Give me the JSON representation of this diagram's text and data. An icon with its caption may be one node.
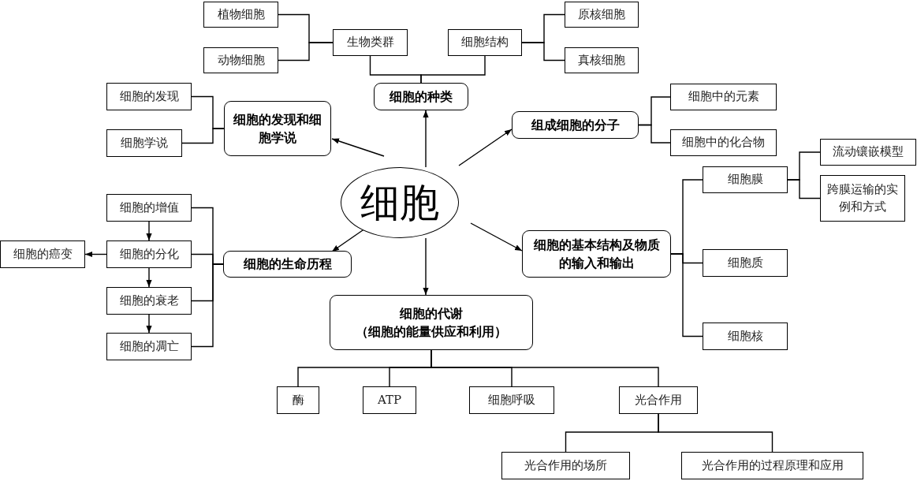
{
  "diagram": {
    "nodes": [
      {
        "text": [
          "细胞"
        ]
      },
      {
        "text": [
          "细胞的种类"
        ]
      },
      {
        "text": [
          "生物类群"
        ]
      },
      {
        "text": [
          "细胞结构"
        ]
      },
      {
        "text": [
          "植物细胞"
        ]
      },
      {
        "text": [
          "动物细胞"
        ]
      },
      {
        "text": [
          "原核细胞"
        ]
      },
      {
        "text": [
          "真核细胞"
        ]
      },
      {
        "text": [
          "细胞的发现和细胞学说"
        ]
      },
      {
        "text": [
          "细胞的发现"
        ]
      },
      {
        "text": [
          "细胞学说"
        ]
      },
      {
        "text": [
          "组成细胞的分子"
        ]
      },
      {
        "text": [
          "细胞中的元素"
        ]
      },
      {
        "text": [
          "细胞中的化合物"
        ]
      },
      {
        "text": [
          "细胞的基本结构及物质的输入和输出"
        ]
      },
      {
        "text": [
          "细胞膜"
        ]
      },
      {
        "text": [
          "流动镶嵌模型"
        ]
      },
      {
        "text": [
          "跨膜运输的实例和方式"
        ]
      },
      {
        "text": [
          "细胞质"
        ]
      },
      {
        "text": [
          "细胞核"
        ]
      },
      {
        "text": [
          "细胞的生命历程"
        ]
      },
      {
        "text": [
          "细胞的增值"
        ]
      },
      {
        "text": [
          "细胞的分化"
        ]
      },
      {
        "text": [
          "细胞的癌变"
        ]
      },
      {
        "text": [
          "细胞的衰老"
        ]
      },
      {
        "text": [
          "细胞的凋亡"
        ]
      },
      {
        "text": [
          "细胞的代谢",
          "（细胞的能量供应和利用）"
        ]
      },
      {
        "text": [
          "酶"
        ]
      },
      {
        "text": [
          "ATP"
        ]
      },
      {
        "text": [
          "细胞呼吸"
        ]
      },
      {
        "text": [
          "光合作用"
        ]
      },
      {
        "text": [
          "光合作用的场所"
        ]
      },
      {
        "text": [
          "光合作用的过程原理和应用"
        ]
      }
    ],
    "edges": [
      {
        "from": 0,
        "to": 1,
        "arrow": "to"
      },
      {
        "from": 0,
        "to": 8,
        "arrow": "to"
      },
      {
        "from": 0,
        "to": 11,
        "arrow": "to"
      },
      {
        "from": 0,
        "to": 14,
        "arrow": "to"
      },
      {
        "from": 0,
        "to": 20,
        "arrow": "to"
      },
      {
        "from": 0,
        "to": 26,
        "arrow": "to"
      },
      {
        "from": 1,
        "to": 2,
        "arrow": "none"
      },
      {
        "from": 1,
        "to": 3,
        "arrow": "none"
      },
      {
        "from": 2,
        "to": 4,
        "arrow": "none"
      },
      {
        "from": 2,
        "to": 5,
        "arrow": "none"
      },
      {
        "from": 3,
        "to": 6,
        "arrow": "none"
      },
      {
        "from": 3,
        "to": 7,
        "arrow": "none"
      },
      {
        "from": 8,
        "to": 9,
        "arrow": "none"
      },
      {
        "from": 8,
        "to": 10,
        "arrow": "none"
      },
      {
        "from": 11,
        "to": 12,
        "arrow": "none"
      },
      {
        "from": 11,
        "to": 13,
        "arrow": "none"
      },
      {
        "from": 14,
        "to": 15,
        "arrow": "none"
      },
      {
        "from": 14,
        "to": 18,
        "arrow": "none"
      },
      {
        "from": 14,
        "to": 19,
        "arrow": "none"
      },
      {
        "from": 15,
        "to": 16,
        "arrow": "none"
      },
      {
        "from": 15,
        "to": 17,
        "arrow": "none"
      },
      {
        "from": 20,
        "to": 21,
        "arrow": "none"
      },
      {
        "from": 20,
        "to": 22,
        "arrow": "none"
      },
      {
        "from": 20,
        "to": 24,
        "arrow": "none"
      },
      {
        "from": 20,
        "to": 25,
        "arrow": "none"
      },
      {
        "from": 21,
        "to": 22,
        "arrow": "to"
      },
      {
        "from": 22,
        "to": 24,
        "arrow": "to"
      },
      {
        "from": 24,
        "to": 25,
        "arrow": "to"
      },
      {
        "from": 22,
        "to": 23,
        "arrow": "to"
      },
      {
        "from": 26,
        "to": 27,
        "arrow": "none"
      },
      {
        "from": 26,
        "to": 28,
        "arrow": "none"
      },
      {
        "from": 26,
        "to": 29,
        "arrow": "none"
      },
      {
        "from": 26,
        "to": 30,
        "arrow": "none"
      },
      {
        "from": 30,
        "to": 31,
        "arrow": "none"
      },
      {
        "from": 30,
        "to": 32,
        "arrow": "none"
      }
    ]
  }
}
